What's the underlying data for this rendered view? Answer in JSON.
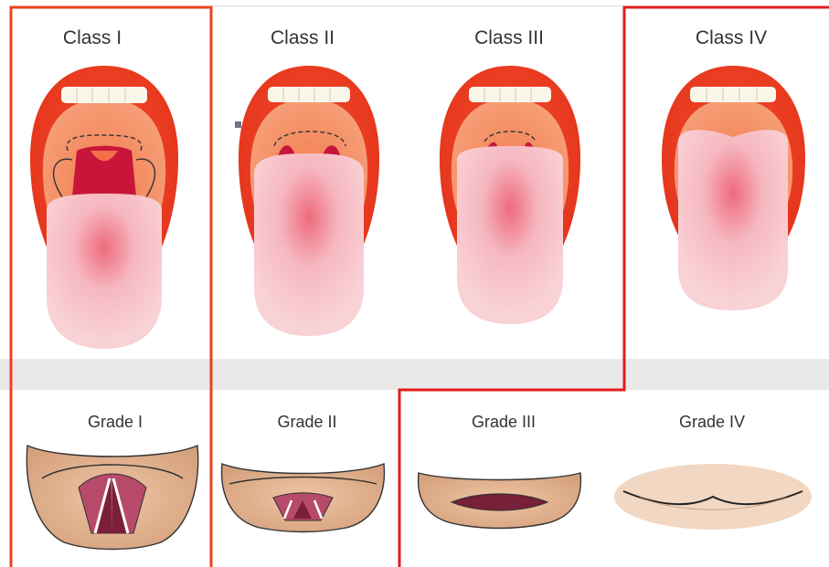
{
  "mallampati": [
    {
      "label": "Class I"
    },
    {
      "label": "Class II"
    },
    {
      "label": "Class III"
    },
    {
      "label": "Class IV"
    }
  ],
  "cormack_lehane": [
    {
      "label": "Grade I"
    },
    {
      "label": "Grade II"
    },
    {
      "label": "Grade III"
    },
    {
      "label": "Grade IV"
    }
  ],
  "colors": {
    "highlight_left": "#e8431f",
    "highlight_right": "#e31b1b",
    "band": "#e9e9e9"
  }
}
